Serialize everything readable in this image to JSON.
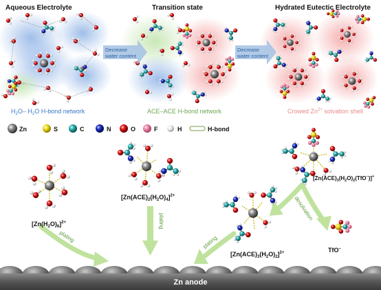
{
  "panels": {
    "aqueous": {
      "title": "Aqueous Electrolyte",
      "caption_a": "H",
      "caption_a_sub": "2",
      "caption_b": "O– H",
      "caption_c_sub": "2",
      "caption_d": "O H-bond network"
    },
    "transition": {
      "title": "Transition state",
      "caption": "ACE–ACE H-bond network"
    },
    "eutectic": {
      "title": "Hydrated Eutectic Electrolyte",
      "caption_a": "Crowed Zn",
      "caption_sup": "2+",
      "caption_b": " solvation shell"
    }
  },
  "arrows": {
    "arrow1": {
      "line1": "Decrease",
      "line2": "water content"
    },
    "arrow2": {
      "line1": "Decrease",
      "line2": "water content"
    }
  },
  "legend": {
    "zn": "Zn",
    "s": "S",
    "c": "C",
    "n": "N",
    "o": "O",
    "f": "F",
    "h": "H",
    "hbond": "H-bond"
  },
  "species": {
    "hexaaqua": {
      "a": "[Zn(H",
      "sub1": "2",
      "b": "O)",
      "sub2": "6",
      "c": "]",
      "sup": "2+"
    },
    "ace2": {
      "a": "[Zn(ACE)",
      "sub1": "2",
      "b": "(H",
      "sub2": "2",
      "c": "O)",
      "sub3": "4",
      "d": "]",
      "sup": "2+"
    },
    "ace3tfo": {
      "a": "[Zn(ACE)",
      "sub1": "3",
      "b": "(H",
      "sub2": "2",
      "c": "O)",
      "sub3": "2",
      "d": "(TfO",
      "sup1": "–",
      "e": ")]",
      "sup2": "+"
    },
    "ace3": {
      "a": "[Zn(ACE)",
      "sub1": "3",
      "b": "(H",
      "sub2": "2",
      "c": "O)",
      "sub3": "2",
      "d": "]",
      "sup": "2+"
    },
    "tfo": {
      "a": "TfO",
      "sup": "–"
    }
  },
  "process_labels": {
    "plating1": "plating",
    "plating2": "plating",
    "plating3": "plating",
    "desolvation": "desolvation"
  },
  "anode": {
    "label": "Zn anode"
  },
  "colors": {
    "zn": "#7a7a7a",
    "s": "#f2e21a",
    "c": "#2aa3a3",
    "n": "#1a2fb0",
    "o": "#e01a1a",
    "f": "#f07a9a",
    "h": "#f2f2f2",
    "arrow_blue": "#a9c4e4",
    "arrow_green": "#b4dd8c",
    "blue_text": "#3b78c4",
    "green_text": "#6aa84f",
    "pink_text": "#e88a8a"
  }
}
